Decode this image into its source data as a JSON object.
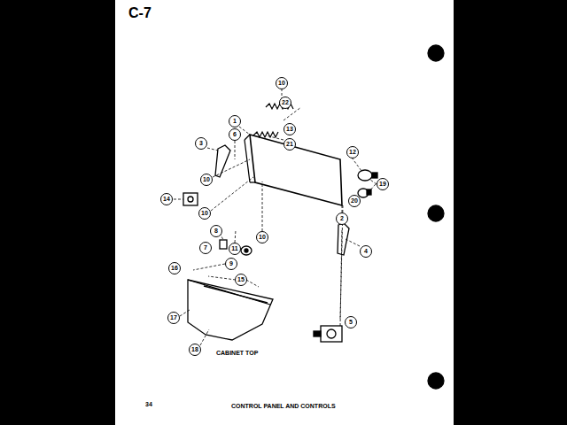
{
  "diagram": {
    "title": "C-7",
    "caption": "CONTROL PANEL AND CONTROLS",
    "labels": [
      "10",
      "22",
      "1",
      "13",
      "6",
      "3",
      "21",
      "12",
      "10",
      "19",
      "20",
      "14",
      "10",
      "2",
      "8",
      "10",
      "7",
      "11",
      "4",
      "9",
      "16",
      "15",
      "17",
      "5",
      "18",
      "CABINET TOP",
      "34"
    ]
  }
}
